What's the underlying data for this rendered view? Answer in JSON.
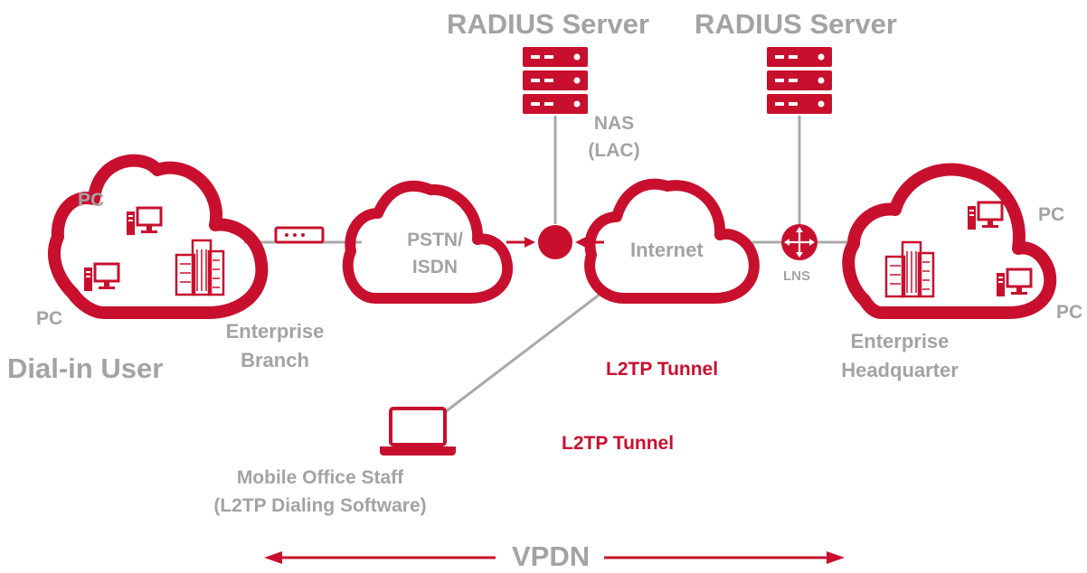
{
  "colors": {
    "accent": "#c8102e",
    "line": "#a9a9a9",
    "text": "#a3a3a3"
  },
  "labels": {
    "radius_left": "RADIUS Server",
    "radius_right": "RADIUS Server",
    "nas_line1": "NAS",
    "nas_line2": "(LAC)",
    "pc_dial_top": "PC",
    "pc_dial_bottom": "PC",
    "dial_in_user": "Dial-in User",
    "branch_line1": "Enterprise",
    "branch_line2": "Branch",
    "pstn_line1": "PSTN/",
    "pstn_line2": "ISDN",
    "internet": "Internet",
    "lns": "LNS",
    "pc_hq_top": "PC",
    "pc_hq_bottom": "PC",
    "hq_line1": "Enterprise",
    "hq_line2": "Headquarter",
    "tunnel_1": "L2TP Tunnel",
    "tunnel_2": "L2TP Tunnel",
    "mobile_line1": "Mobile Office Staff",
    "mobile_line2": "(L2TP Dialing Software)",
    "vpdn": "VPDN"
  },
  "icons": [
    "server-icon",
    "pc-icon",
    "building-icon",
    "modem-icon",
    "router-icon",
    "laptop-icon",
    "cloud-icon"
  ]
}
